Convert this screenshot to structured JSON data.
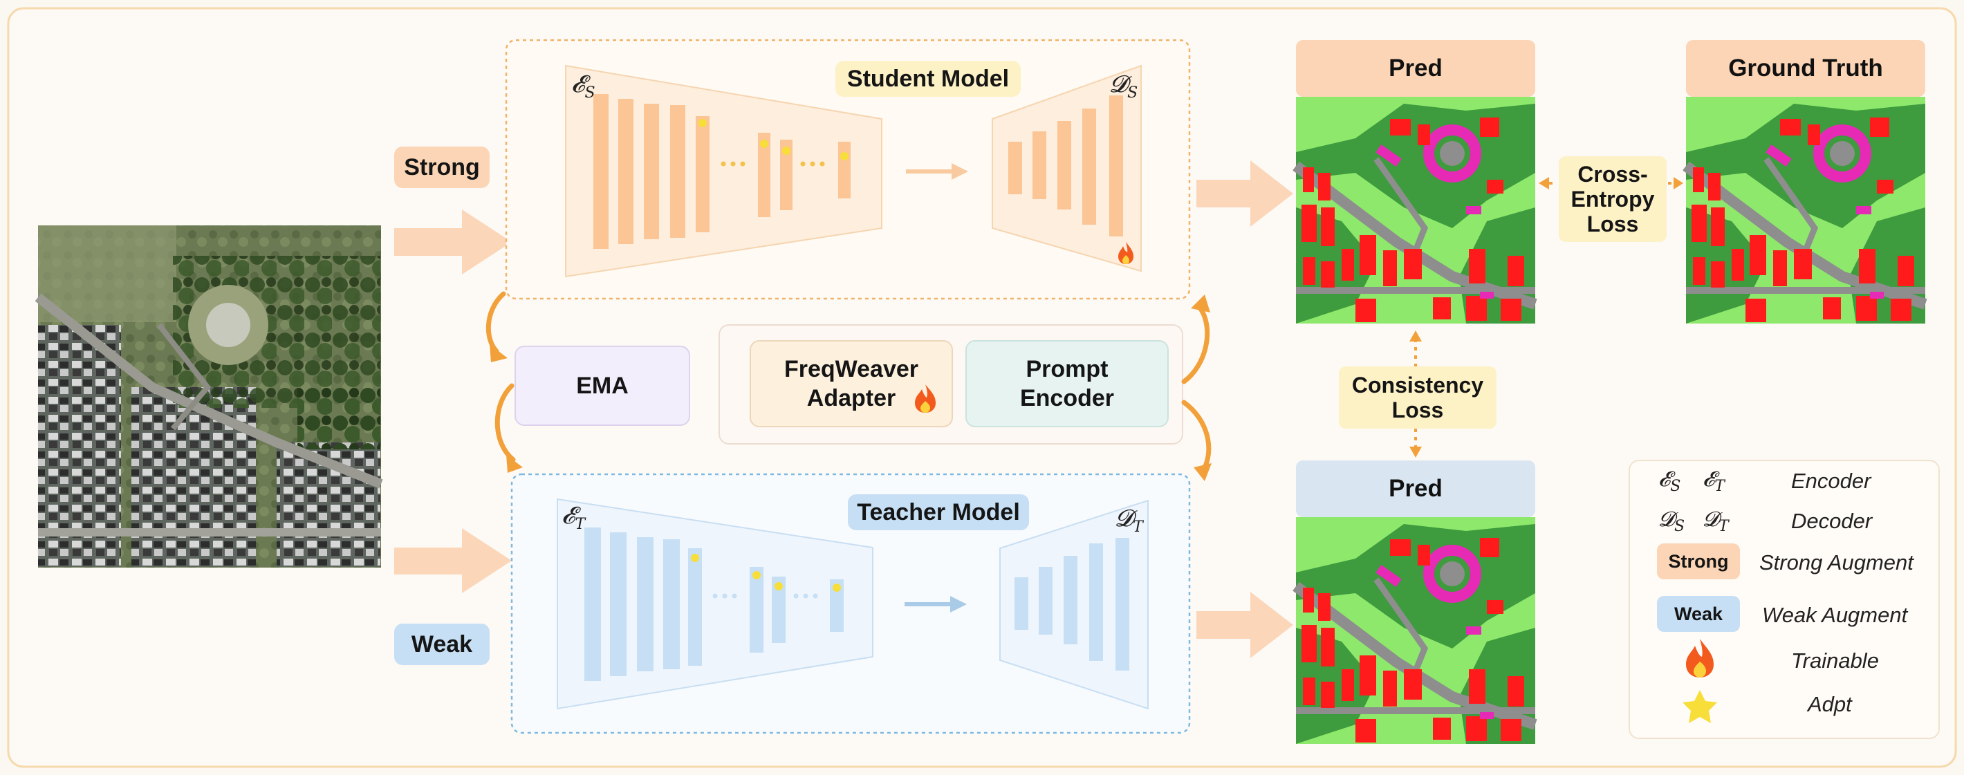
{
  "labels": {
    "strong": "Strong",
    "weak": "Weak",
    "student_model": "Student Model",
    "teacher_model": "Teacher Model",
    "ema": "EMA",
    "freqweaver_line1": "FreqWeaver",
    "freqweaver_line2": "Adapter",
    "prompt_line1": "Prompt",
    "prompt_line2": "Encoder",
    "pred_top": "Pred",
    "pred_bottom": "Pred",
    "ground_truth": "Ground Truth",
    "ce_line1": "Cross-",
    "ce_line2": "Entropy",
    "ce_line3": "Loss",
    "cons_line1": "Consistency",
    "cons_line2": "Loss"
  },
  "math": {
    "enc_s": "𝓔",
    "enc_t": "𝓔",
    "dec_s": "𝓓",
    "dec_t": "𝓓",
    "sub_s": "S",
    "sub_t": "T"
  },
  "legend": {
    "encoder": "Encoder",
    "decoder": "Decoder",
    "strong_tag": "Strong",
    "strong_desc": "Strong Augment",
    "weak_tag": "Weak",
    "weak_desc": "Weak Augment",
    "trainable": "Trainable",
    "adpt": "Adpt"
  },
  "colors": {
    "strong": "#fbd5b5",
    "weak": "#c6dff5",
    "student_stroke": "#efb36a",
    "teacher_stroke": "#7fb9df",
    "arrow_orange": "#f2a13a",
    "loss_bg": "#fdf1c6",
    "ema_bg": "#f3eefb",
    "freq_bg": "#fdf1de",
    "prompt_bg": "#e6f3f1"
  }
}
